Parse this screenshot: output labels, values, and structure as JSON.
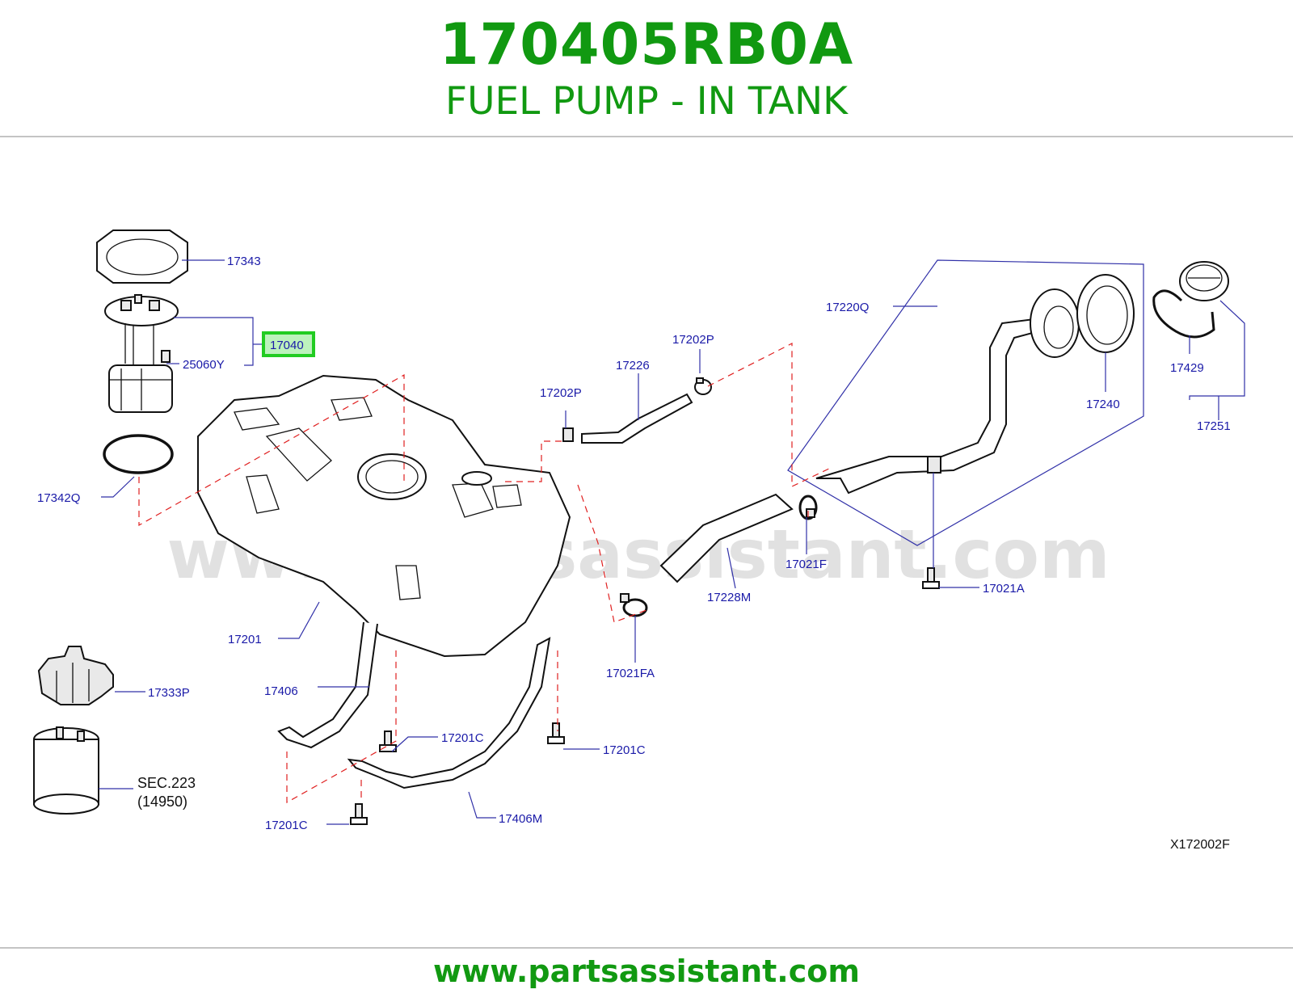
{
  "header": {
    "part_number": "170405RB0A",
    "part_name": "FUEL PUMP - IN TANK"
  },
  "footer": {
    "url": "www.partsassistant.com"
  },
  "watermark": "www.partsassistant.com",
  "drawing_code": "X172002F",
  "colors": {
    "brand_green": "#119911",
    "callout_blue": "#1a1aa8",
    "highlight_green": "#22cc22",
    "dashed_red": "#e02020"
  },
  "callouts": {
    "p17343": "17343",
    "p17040": "17040",
    "p25060Y": "25060Y",
    "p17342Q": "17342Q",
    "p17201": "17201",
    "p17406": "17406",
    "p17333P": "17333P",
    "sec223": "SEC.223",
    "sec223_sub": "(14950)",
    "p17201C_a": "17201C",
    "p17201C_b": "17201C",
    "p17201C_c": "17201C",
    "p17406M": "17406M",
    "p17202P_a": "17202P",
    "p17202P_b": "17202P",
    "p17226": "17226",
    "p17228M": "17228M",
    "p17021F": "17021F",
    "p17021FA": "17021FA",
    "p17021A": "17021A",
    "p17220Q": "17220Q",
    "p17240": "17240",
    "p17429": "17429",
    "p17251": "17251"
  },
  "highlighted_callout": "17040"
}
